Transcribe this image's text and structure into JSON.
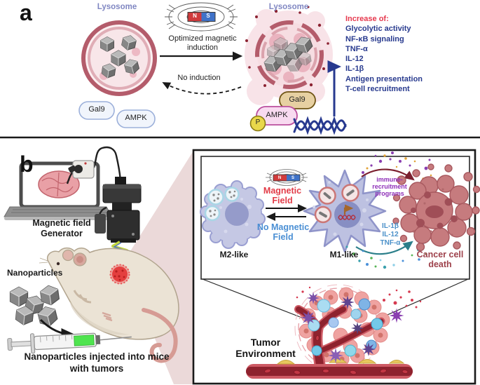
{
  "colors": {
    "accent_red": "#e6394e",
    "list_navy": "#283a8e",
    "lysosome_label_purple": "#8087c2",
    "magnet_north_red": "#cf3a3c",
    "magnet_south_blue": "#3f72c8",
    "field_label_blue": "#4a8fd4",
    "immune_purple": "#8e2fb8",
    "cytokine_blue": "#4a90c9",
    "cancer_maroon": "#9e414b"
  },
  "panel_a": {
    "label": "a",
    "left_lysosome_label": "Lysosome",
    "right_lysosome_label": "Lysosome",
    "magnet": {
      "north": "N",
      "south": "S"
    },
    "induction_line1": "Optimized magnetic",
    "induction_line2": "induction",
    "no_induction_label": "No induction",
    "gal9_free": "Gal9",
    "ampk_free": "AMPK",
    "gal9_bound": "Gal9",
    "ampk_bound": "AMPK",
    "phospho": "P",
    "increase_title": "Increase of:",
    "increase_items": [
      "Glycolytic activity",
      "NF-κB signaling",
      "TNF-α",
      "IL-12",
      "IL-1β",
      "Antigen presentation",
      "T-cell recruitment"
    ]
  },
  "panel_b": {
    "label": "b",
    "generator_line1": "Magnetic field",
    "generator_line2": "Generator",
    "nanoparticles_label": "Nanoparticles",
    "caption_line1": "Nanoparticles injected into mice",
    "caption_line2": "with tumors",
    "inset": {
      "magnet": {
        "north": "N",
        "south": "S"
      },
      "magnetic_field_line1": "Magnetic",
      "magnetic_field_line2": "Field",
      "no_field_line1": "No Magnetic",
      "no_field_line2": "Field",
      "m2_label": "M2-like",
      "m1_label": "M1-like",
      "immune_line1": "immune-",
      "immune_line2": "recruitment",
      "immune_line3": "programs",
      "cytokine_1": "IL-1β",
      "cytokine_2": "IL-12",
      "cytokine_3": "TNF-α",
      "cancer_line1": "Cancer cell",
      "cancer_line2": "death"
    },
    "tumor_line1": "Tumor",
    "tumor_line2": "Environment"
  }
}
